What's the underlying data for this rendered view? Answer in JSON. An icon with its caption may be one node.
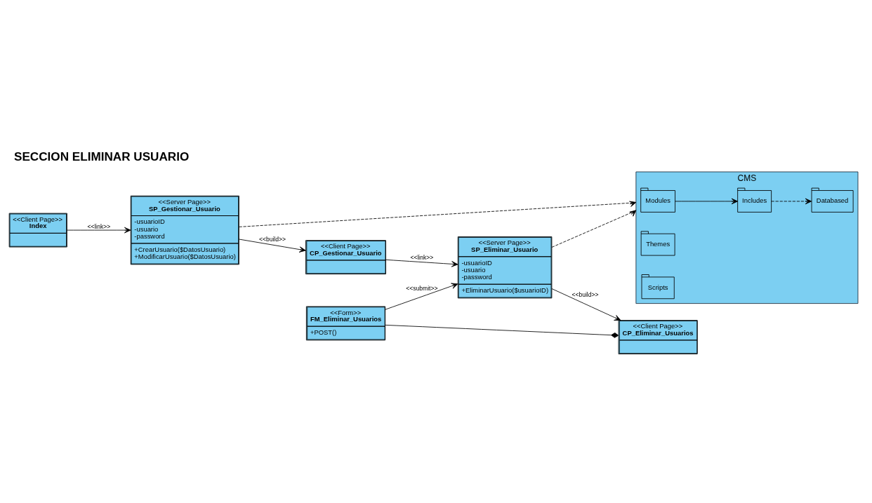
{
  "diagram": {
    "title": "SECCION ELIMINAR USUARIO",
    "nodes": [
      {
        "text": [
          "<<Client Page>>",
          "Index"
        ]
      },
      {
        "text": [
          "<<Server Page>>",
          "SP_Gestionar_Usuario",
          "-usuarioID -usuario -password",
          "+CrearUsuario($DatosUsuario) +ModificarUsuario($DatosUsuario)"
        ]
      },
      {
        "text": [
          "CMS"
        ]
      },
      {
        "text": [
          "Modules"
        ],
        "in": 2
      },
      {
        "text": [
          "Themes"
        ],
        "in": 2
      },
      {
        "text": [
          "<<Client Page>>",
          "CP_Gestionar_Usuario"
        ]
      },
      {
        "text": [
          "Includes"
        ],
        "in": 2
      },
      {
        "text": [
          "Scripts"
        ],
        "in": 2
      },
      {
        "text": [
          "<<Server Page>>",
          "SP_Eliminar_Usuario",
          "-usuarioID -usuario -password",
          "+EliminarUsuario($usuarioID)"
        ]
      },
      {
        "text": [
          "<<Client Page>>",
          "CP_Eliminar_Usuarios"
        ]
      },
      {
        "text": [
          "Databased"
        ],
        "in": 2
      },
      {
        "text": [
          "<<Form>>",
          "FM_Eliminar_Usuarios",
          "+POST()"
        ]
      }
    ],
    "edges": [
      {
        "from": 0,
        "to": 1,
        "arrow": "to",
        "label": "<<link>>"
      },
      {
        "from": 1,
        "to": 2,
        "arrow": "to",
        "style": "dashed"
      },
      {
        "from": 1,
        "to": 5,
        "arrow": "to",
        "label": "<<build>>"
      },
      {
        "from": 3,
        "to": 6,
        "arrow": "to"
      },
      {
        "from": 5,
        "to": 8,
        "arrow": "to",
        "label": "<<link>>"
      },
      {
        "from": 8,
        "to": 2,
        "arrow": "to",
        "style": "dashed"
      },
      {
        "from": 8,
        "to": 9,
        "arrow": "to",
        "label": "<<build>>"
      },
      {
        "from": 6,
        "to": 10,
        "arrow": "to",
        "style": "dashed"
      },
      {
        "from": 11,
        "to": 9,
        "arrow": "other"
      },
      {
        "from": 11,
        "to": 8,
        "arrow": "to",
        "label": "<<submit>>"
      }
    ]
  }
}
